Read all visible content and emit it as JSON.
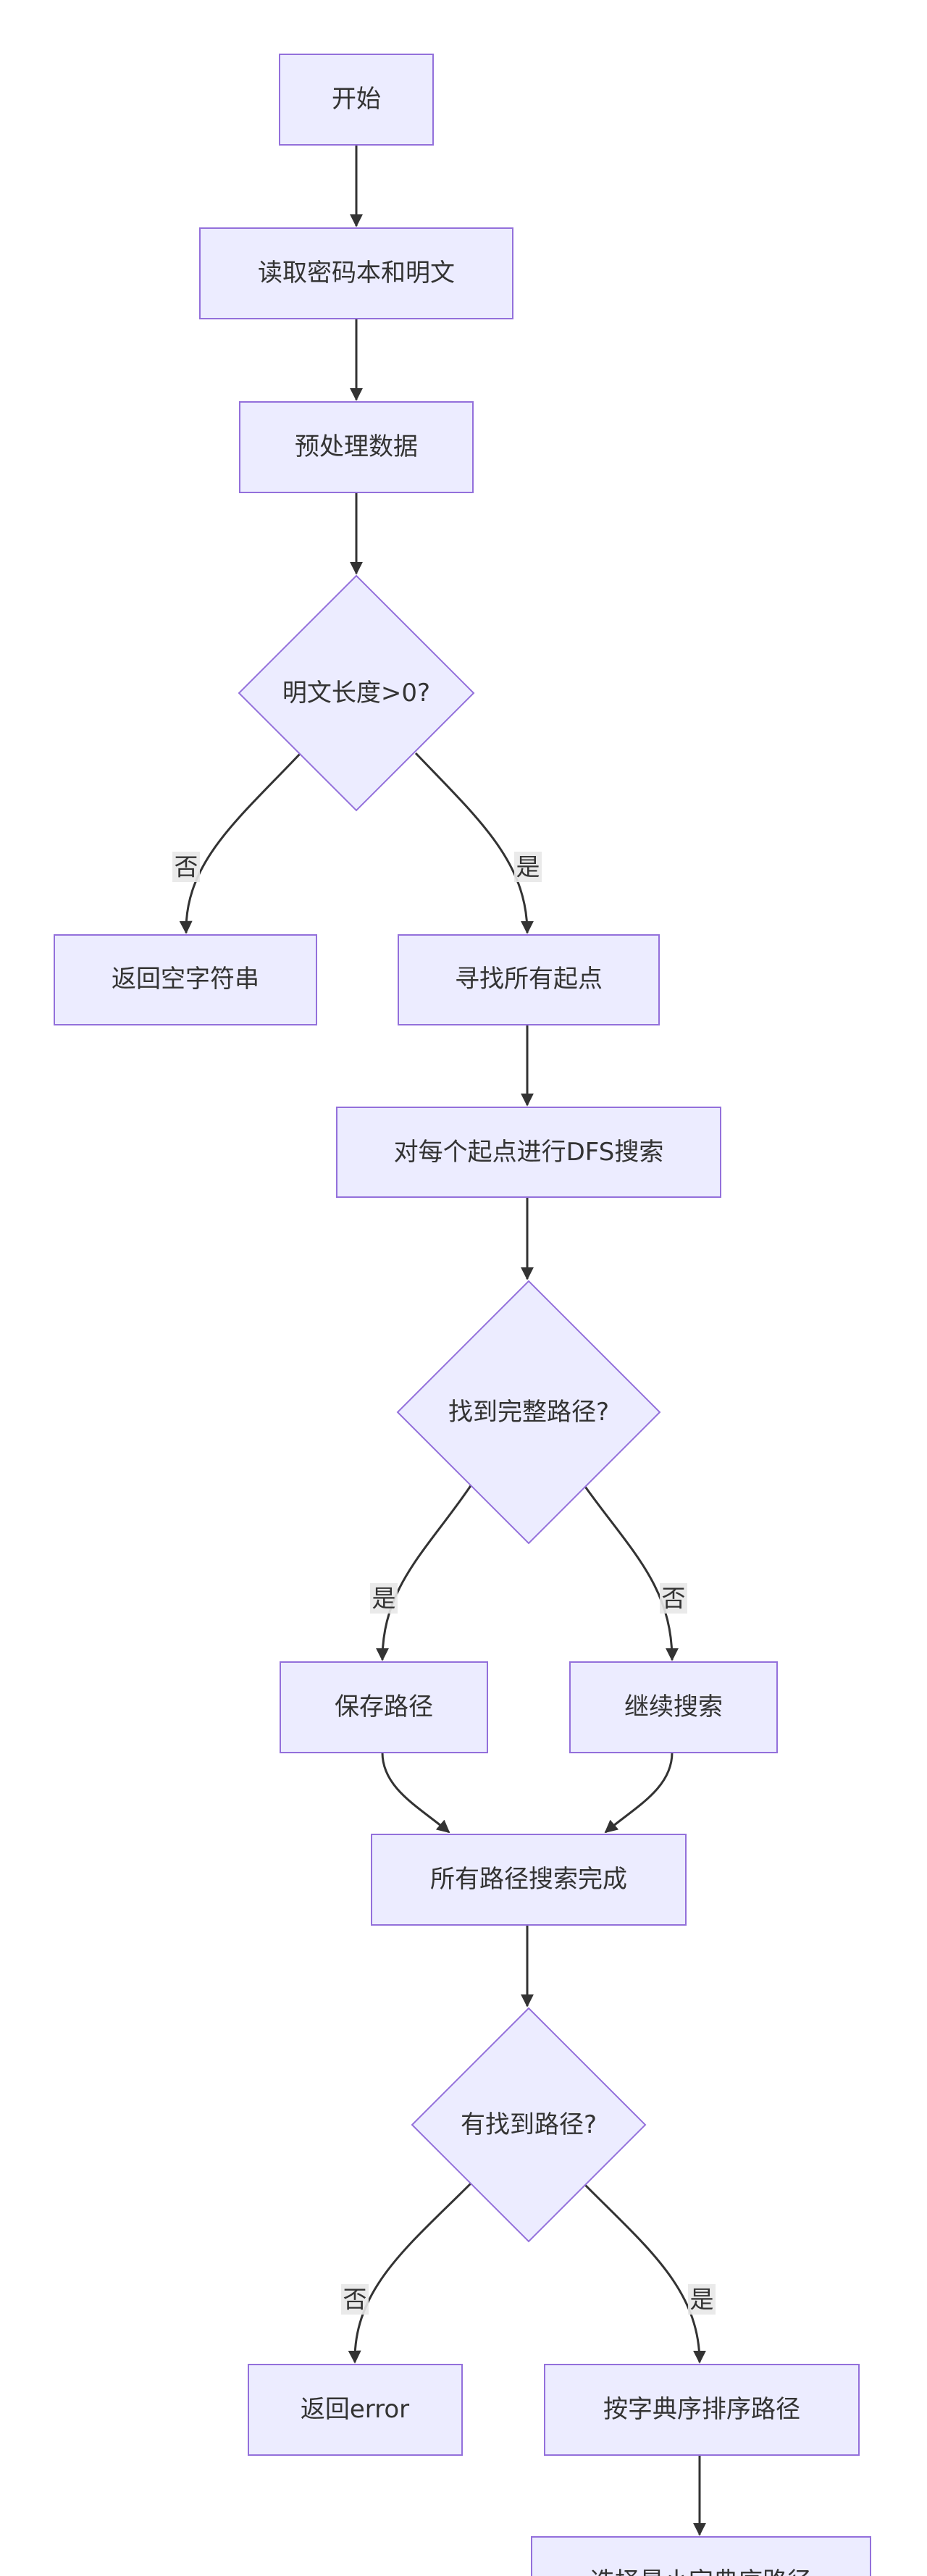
{
  "colors": {
    "node_fill": "#ECECFF",
    "node_stroke": "#9370DB",
    "edge": "#333333",
    "edge_label_bg": "#e8e8e8"
  },
  "nodes": {
    "start": "开始",
    "read": "读取密码本和明文",
    "preprocess": "预处理数据",
    "len_check": "明文长度>0?",
    "ret_empty": "返回空字符串",
    "find_starts": "寻找所有起点",
    "dfs": "对每个起点进行DFS搜索",
    "path_found": "找到完整路径?",
    "save_path": "保存路径",
    "continue_search": "继续搜索",
    "all_done": "所有路径搜索完成",
    "any_path": "有找到路径?",
    "ret_error": "返回error",
    "sort_paths": "按字典序排序路径",
    "select_min": "选择最小字典序路径"
  },
  "edge_labels": {
    "len_no": "否",
    "len_yes": "是",
    "found_yes": "是",
    "found_no": "否",
    "any_no": "否",
    "any_yes": "是"
  }
}
